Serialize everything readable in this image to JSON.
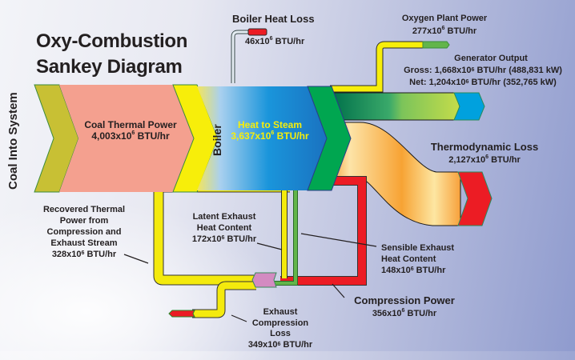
{
  "title": {
    "line1": "Oxy-Combustion",
    "line2": "Sankey Diagram"
  },
  "units_prefix": "x10",
  "units_exp": "6",
  "units_suffix": " BTU/hr",
  "colors": {
    "coal_input": "#c8c034",
    "coal_thermal": "#f4a08f",
    "boiler": "#f7ee0a",
    "heat_to_steam": "#1e8fd8",
    "turbine": "#00a650",
    "generator_gross": "#00a1de",
    "thermodynamic_loss": "#f7a13b",
    "loss_red": "#ec1c24",
    "recovered": "#f4ea0d",
    "sensible": "#62b54a",
    "compression_mix": "#d38bc1",
    "heat_to_steam_text": "#f7ee0a",
    "text": "#231f20"
  },
  "labels": {
    "coal_into_system": "Coal Into System",
    "boiler": "Boiler",
    "coal_thermal_power": {
      "name": "Coal Thermal Power",
      "value": "4,003"
    },
    "heat_to_steam": {
      "name": "Heat to Steam",
      "value": "3,637"
    },
    "boiler_heat_loss": {
      "name": "Boiler Heat Loss",
      "value": "46"
    },
    "oxygen_plant_power": {
      "name": "Oxygen Plant Power",
      "value": "277"
    },
    "generator_output": {
      "name": "Generator Output",
      "gross_prefix": "Gross: ",
      "gross_value": "1,668",
      "gross_kw": " (488,831 kW)",
      "net_prefix": "Net: ",
      "net_value": "1,204",
      "net_kw": " (352,765 kW)"
    },
    "thermodynamic_loss": {
      "name": "Thermodynamic Loss",
      "value": "2,127"
    },
    "recovered_thermal": {
      "line1": "Recovered Thermal",
      "line2": "Power from",
      "line3": "Compression and",
      "line4": "Exhaust Stream",
      "value": "328"
    },
    "latent_exhaust": {
      "line1": "Latent Exhaust",
      "line2": "Heat Content",
      "value": "172"
    },
    "sensible_exhaust": {
      "line1": "Sensible Exhaust",
      "line2": "Heat Content",
      "value": "148"
    },
    "compression_power": {
      "name": "Compression Power",
      "value": "356"
    },
    "exhaust_compression_loss": {
      "line1": "Exhaust",
      "line2": "Compression",
      "line3": "Loss",
      "value": "349"
    }
  }
}
